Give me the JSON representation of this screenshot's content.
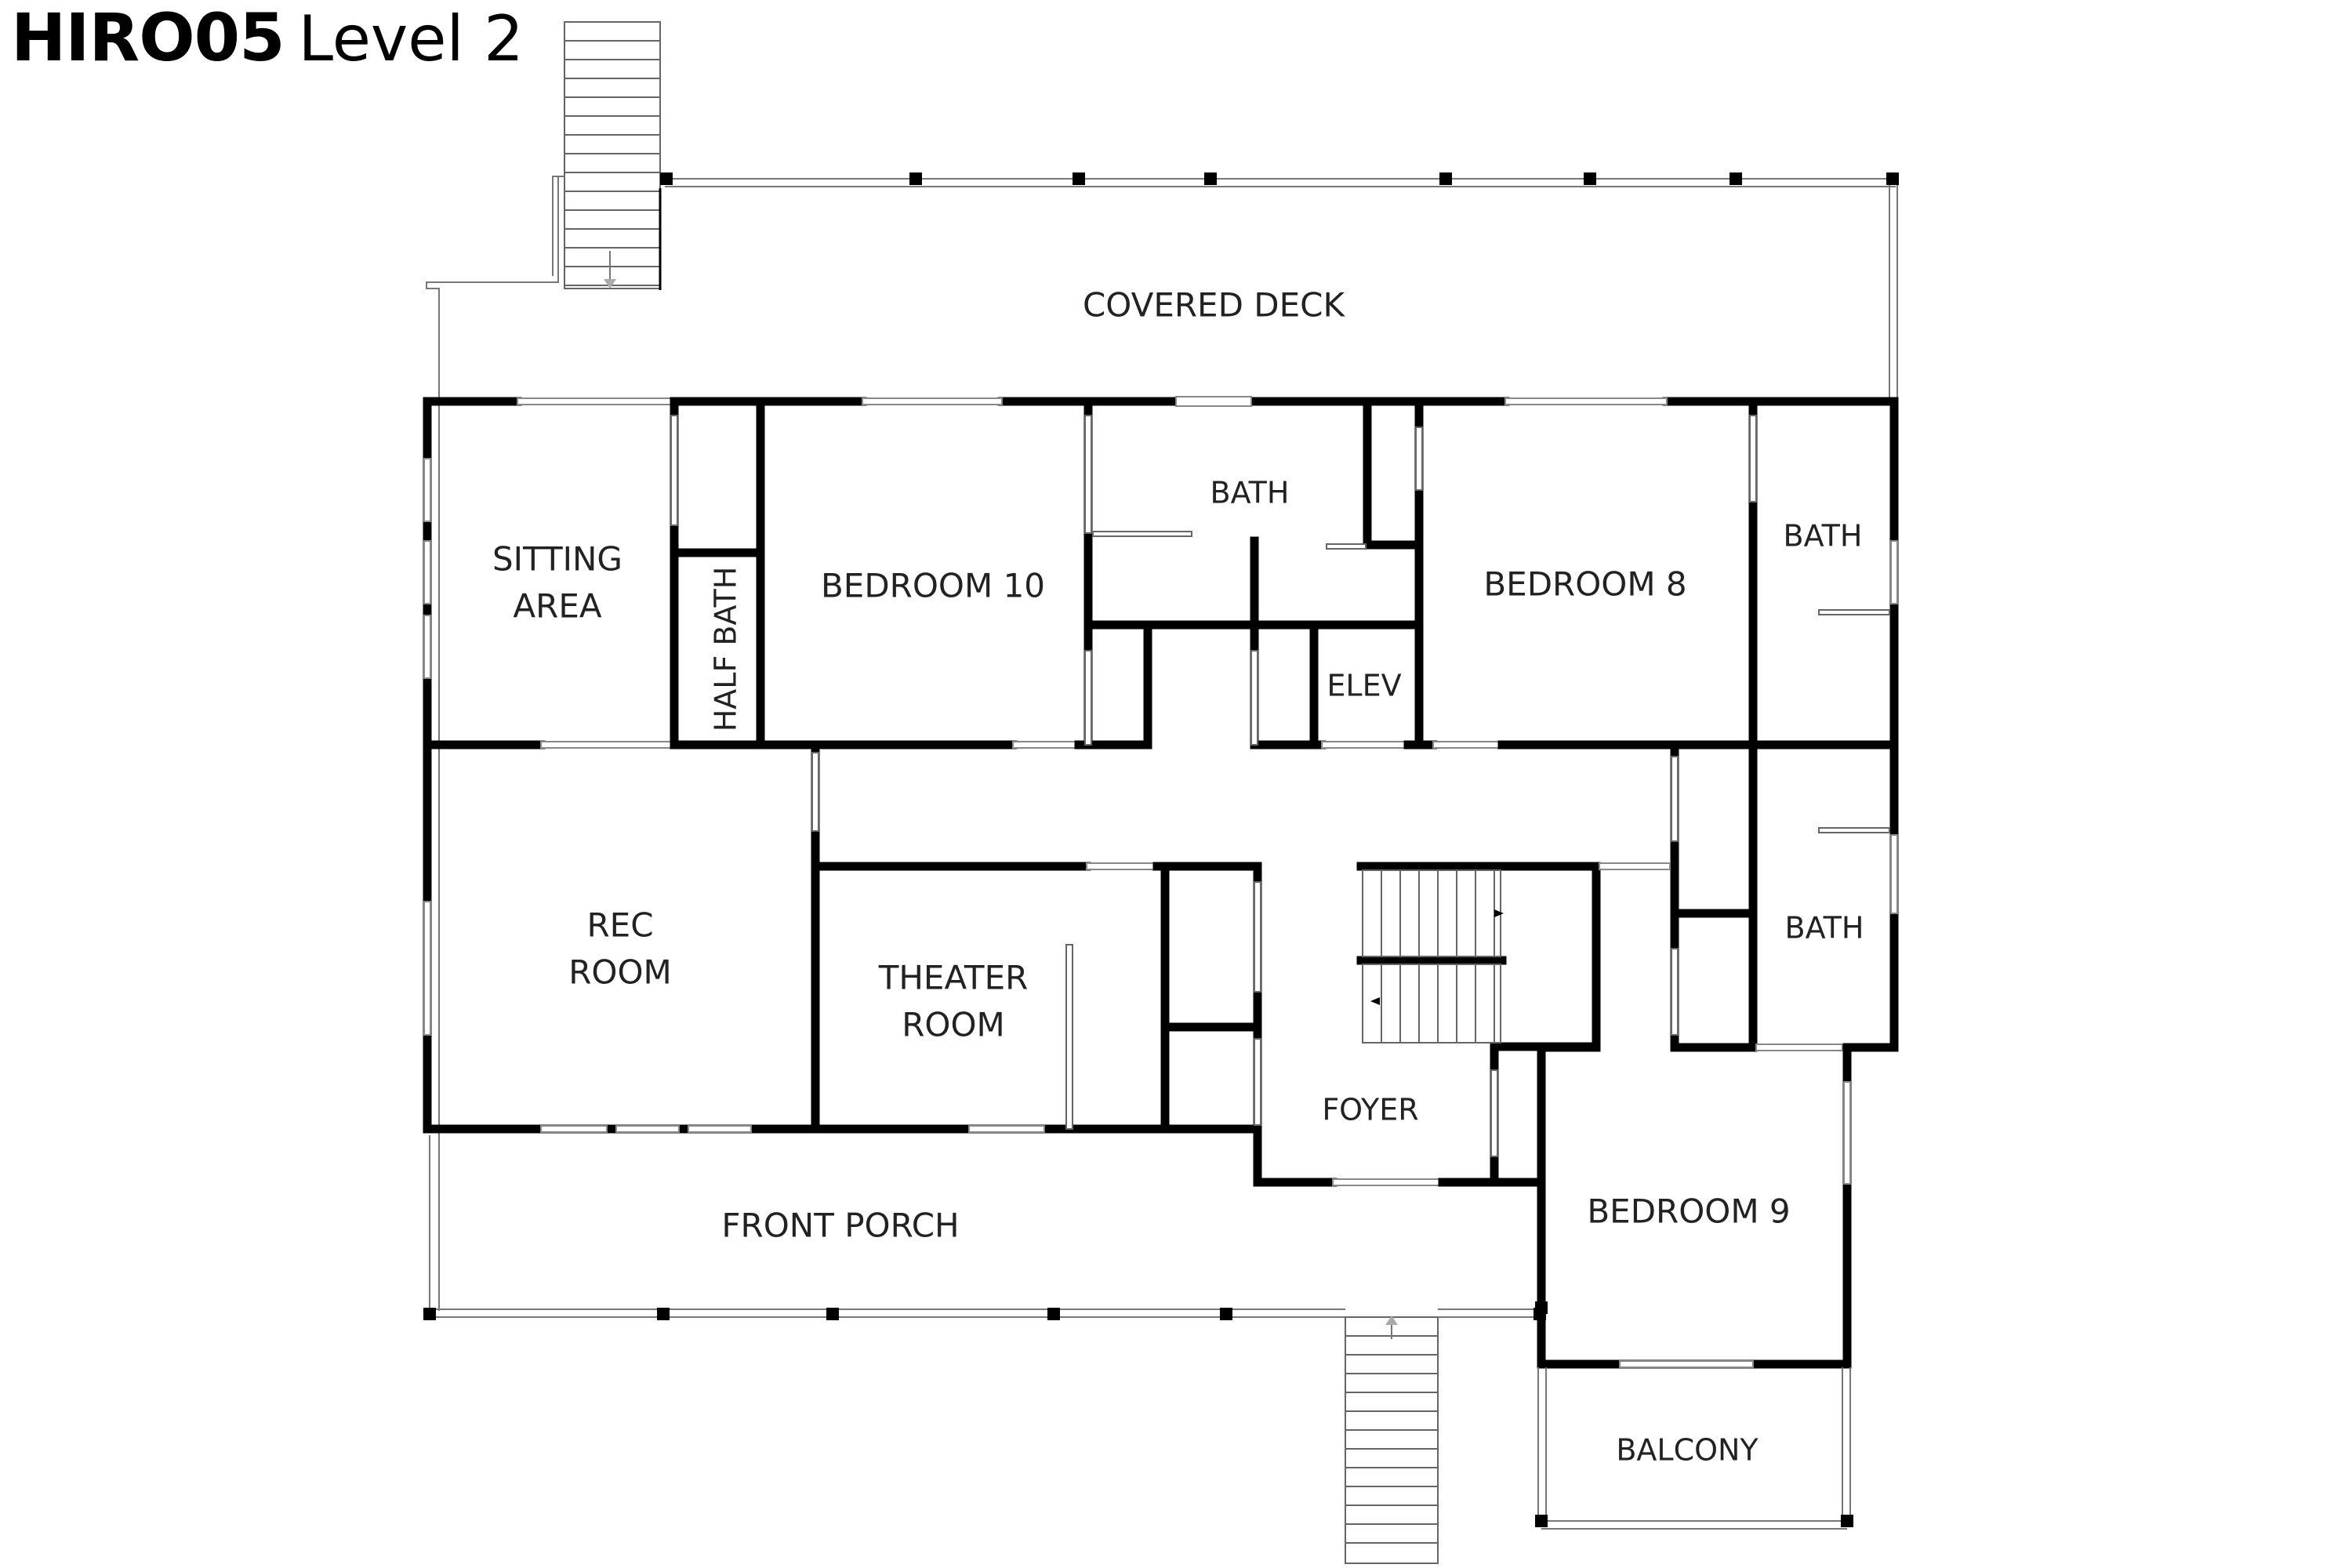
{
  "title": {
    "main": "HIRO05",
    "sub": "Level 2"
  },
  "rooms": {
    "covered_deck": "COVERED DECK",
    "sitting_area_1": "SITTING",
    "sitting_area_2": "AREA",
    "half_bath": "HALF BATH",
    "bedroom_10": "BEDROOM 10",
    "bath_top": "BATH",
    "bedroom_8": "BEDROOM 8",
    "bath_right_top": "BATH",
    "elev": "ELEV",
    "rec_room_1": "REC",
    "rec_room_2": "ROOM",
    "theater_room_1": "THEATER",
    "theater_room_2": "ROOM",
    "bath_right_mid": "BATH",
    "foyer": "FOYER",
    "front_porch": "FRONT PORCH",
    "bedroom_9": "BEDROOM 9",
    "balcony": "BALCONY"
  }
}
